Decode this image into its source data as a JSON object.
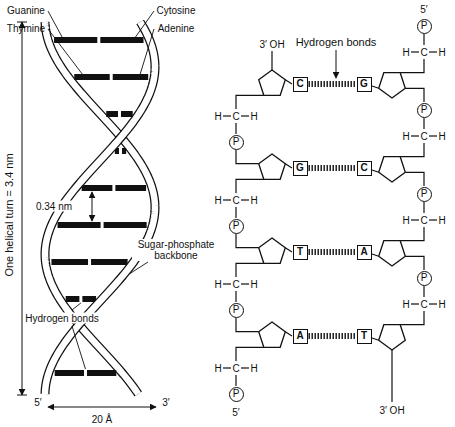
{
  "diagram": {
    "nodes": [
      {
        "text": [
          "P"
        ]
      },
      {
        "text": [
          "C"
        ]
      },
      {
        "text": [
          "G"
        ]
      },
      {
        "text": [
          "P"
        ]
      },
      {
        "text": [
          "P"
        ]
      },
      {
        "text": [
          "G"
        ]
      },
      {
        "text": [
          "C"
        ]
      },
      {
        "text": [
          "P"
        ]
      },
      {
        "text": [
          "P"
        ]
      },
      {
        "text": [
          "T"
        ]
      },
      {
        "text": [
          "A"
        ]
      },
      {
        "text": [
          "P"
        ]
      },
      {
        "text": [
          "P"
        ]
      },
      {
        "text": [
          "A"
        ]
      },
      {
        "text": [
          "T"
        ]
      },
      {
        "text": [
          "P"
        ]
      }
    ],
    "edges": [
      {
        "from": 1,
        "to": 2,
        "arrow": "none"
      },
      {
        "from": 5,
        "to": 6,
        "arrow": "none"
      },
      {
        "from": 9,
        "to": 10,
        "arrow": "none"
      },
      {
        "from": 13,
        "to": 14,
        "arrow": "none"
      }
    ],
    "labels": [
      "Guanine",
      "Cytosine",
      "Thymine",
      "Adenine",
      "One helical turn = 3.4 nm",
      "0.34 nm",
      "Sugar-phosphate backbone",
      "Hydrogen bonds",
      "5′",
      "3′",
      "20 Å",
      "3′ OH",
      "Hydrogen bonds",
      "5′",
      "H",
      "C",
      "H",
      "H",
      "C",
      "H",
      "H",
      "C",
      "H",
      "H",
      "C",
      "H",
      "H",
      "C",
      "H",
      "H",
      "C",
      "H",
      "H",
      "C",
      "H",
      "H",
      "C",
      "H",
      "5′",
      "3′ OH"
    ]
  }
}
